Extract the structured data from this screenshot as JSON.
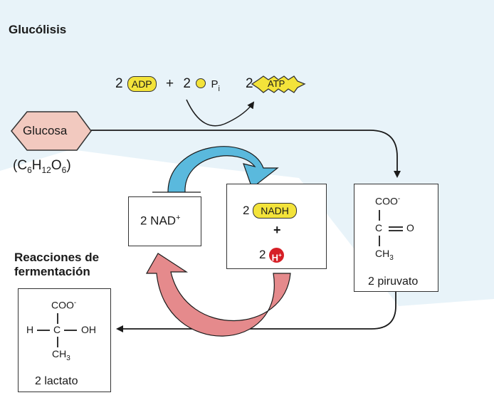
{
  "title": "Glucólisis",
  "section_title_line1": "Reacciones de",
  "section_title_line2": "fermentación",
  "glucose": {
    "label": "Glucosa",
    "formula": {
      "c": "(C",
      "c_n": "6",
      "h": "H",
      "h_n": "12",
      "o": "O",
      "o_n": "6",
      "close": ")"
    }
  },
  "inputs": {
    "adp_coef": "2",
    "adp_label": "ADP",
    "plus": "+",
    "pi_coef": "2",
    "pi_label": "P",
    "pi_sub": "i"
  },
  "atp": {
    "coef": "2",
    "label": "ATP"
  },
  "nad": {
    "label": "2 NAD",
    "sup": "+"
  },
  "nadh": {
    "coef": "2",
    "label": "NADH",
    "plus": "+",
    "h_coef": "2",
    "h_label": "H",
    "h_sup": "+"
  },
  "pyruvate": {
    "coo": "COO",
    "coo_sup": "-",
    "c": "C",
    "o": "O",
    "ch": "CH",
    "ch_sub": "3",
    "label": "2 piruvato"
  },
  "lactate": {
    "coo": "COO",
    "coo_sup": "-",
    "h": "H",
    "c": "C",
    "oh": "OH",
    "ch": "CH",
    "ch_sub": "3",
    "label": "2 lactato"
  },
  "colors": {
    "background": "#ffffff",
    "background_wash": "#dcecf6",
    "glucose_fill": "#f2c9bf",
    "adp_fill": "#f3e33a",
    "atp_fill": "#f3e33a",
    "nadh_fill": "#f3e33a",
    "proton_fill": "#d61f26",
    "blue_arrow": "#5ab9dd",
    "red_arrow": "#e58a8c"
  }
}
